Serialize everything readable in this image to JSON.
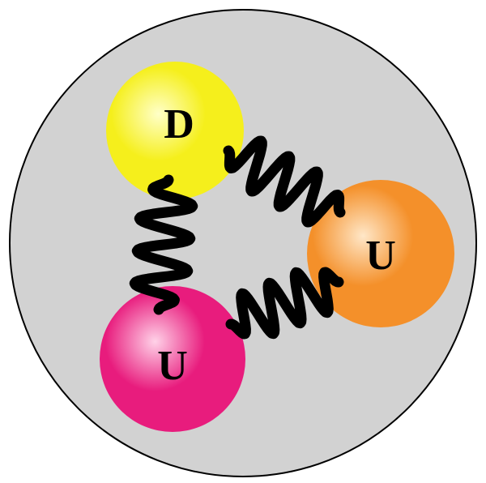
{
  "quarks": [
    {
      "id": "down",
      "label": "D",
      "color": "#f5ef1c",
      "highlight": "#ffffc8"
    },
    {
      "id": "up-right",
      "label": "U",
      "color": "#f4902a",
      "highlight": "#ffe7c8"
    },
    {
      "id": "up-bottom",
      "label": "U",
      "color": "#e81c7d",
      "highlight": "#ffd2e8"
    }
  ],
  "colors": {
    "hadron": "#d2d2d2",
    "hadron_border": "#000000",
    "gluon": "#000000",
    "label": "#000000"
  }
}
